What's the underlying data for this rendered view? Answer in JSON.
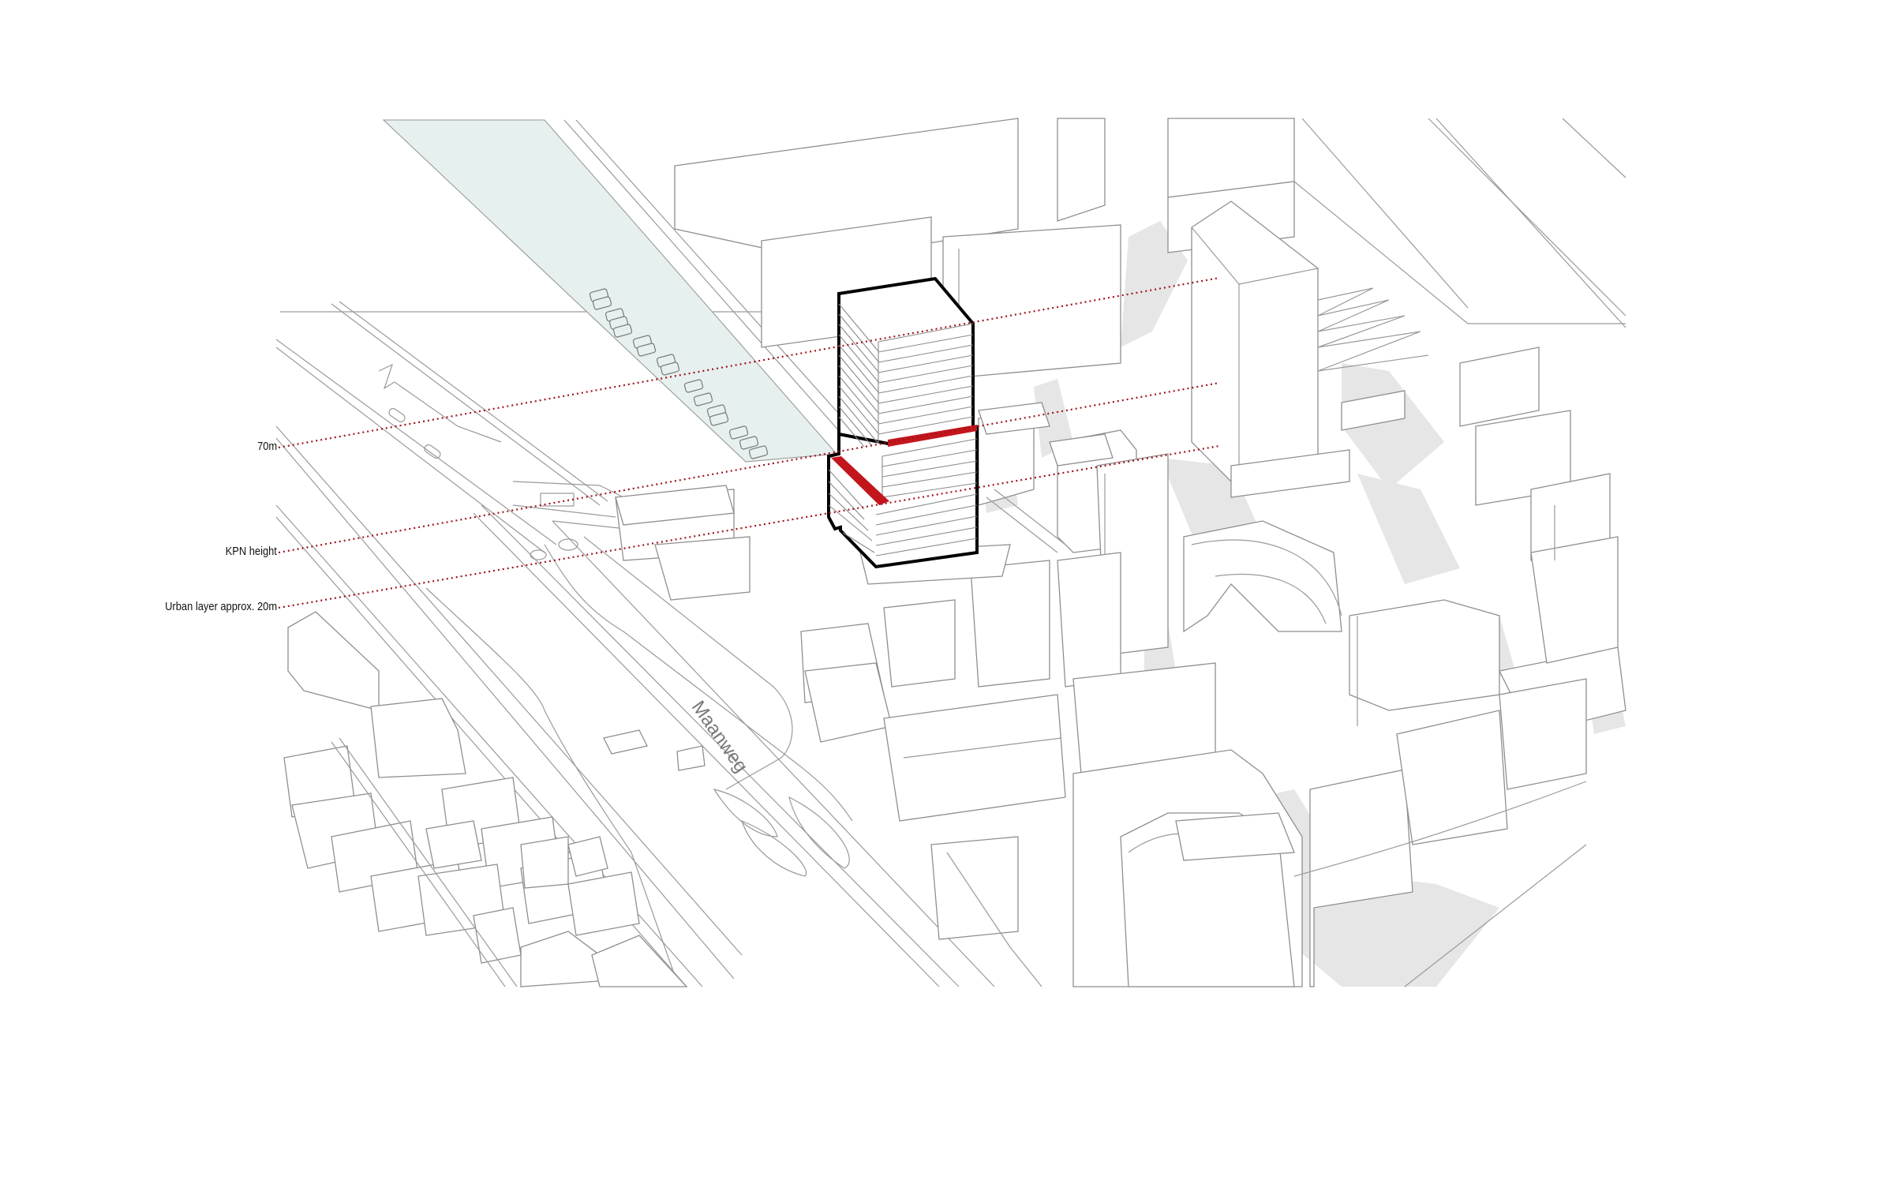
{
  "diagram": {
    "type": "axonometric urban massing study",
    "height_lines": [
      {
        "label": "70m",
        "color": "#a0141b"
      },
      {
        "label": "KPN  height",
        "color": "#a0141b"
      },
      {
        "label": "Urban layer approx. 20m",
        "color": "#a0141b"
      }
    ],
    "street_label": "Maanweg",
    "colors": {
      "tower_outline": "#000000",
      "setback_highlight": "#c3161c",
      "water_band": "#e6f0ef",
      "linework": "#8f8f8f",
      "shadow": "#e6e6e6",
      "background": "#ffffff"
    },
    "elements": {
      "proposed_tower": "Proposed tower with stepped setbacks highlighted in red",
      "water": "Canal band with moored boats",
      "context": "Existing surrounding buildings as line drawing with shadows"
    }
  }
}
